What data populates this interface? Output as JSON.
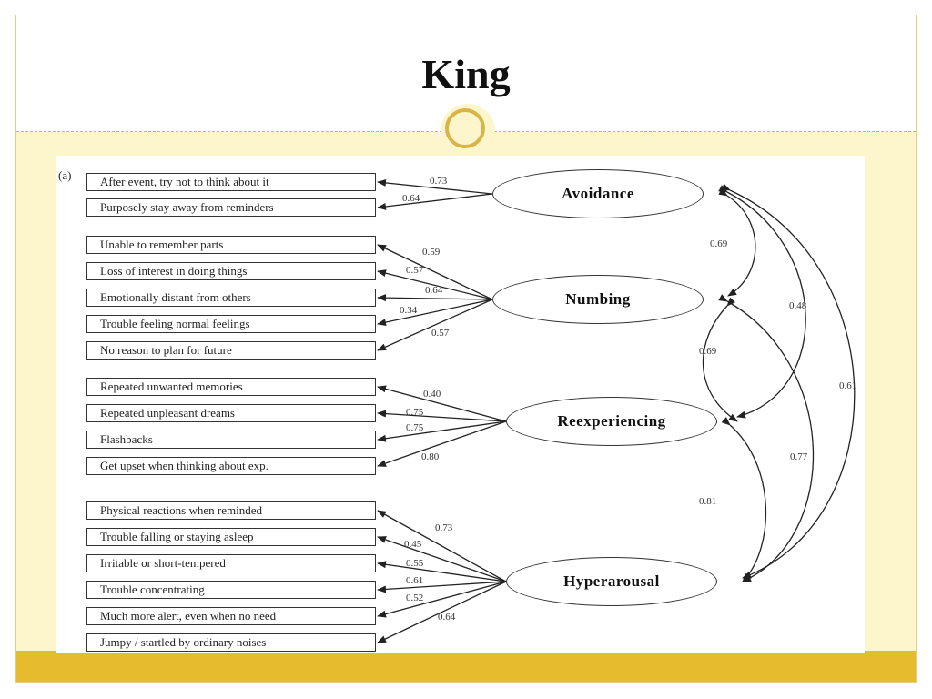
{
  "slide": {
    "title": "King",
    "colors": {
      "background": "#fdf6cc",
      "footer": "#e6bb2e",
      "ring": "#d8b547"
    }
  },
  "figure": {
    "label": "(a)",
    "factors": [
      {
        "name": "Avoidance",
        "indicators": [
          {
            "text": "After event, try not to think about it",
            "loading": "0.73"
          },
          {
            "text": "Purposely stay away from reminders",
            "loading": "0.64"
          }
        ]
      },
      {
        "name": "Numbing",
        "indicators": [
          {
            "text": "Unable to remember parts",
            "loading": "0.59"
          },
          {
            "text": "Loss of interest in doing things",
            "loading": "0.57"
          },
          {
            "text": "Emotionally distant from others",
            "loading": "0.64"
          },
          {
            "text": "Trouble feeling normal feelings",
            "loading": "0.34"
          },
          {
            "text": "No reason to plan for future",
            "loading": "0.57"
          }
        ]
      },
      {
        "name": "Reexperiencing",
        "indicators": [
          {
            "text": "Repeated unwanted memories",
            "loading": "0.40"
          },
          {
            "text": "Repeated unpleasant dreams",
            "loading": "0.75"
          },
          {
            "text": "Flashbacks",
            "loading": "0.75"
          },
          {
            "text": "Get upset when thinking about exp.",
            "loading": "0.80"
          }
        ]
      },
      {
        "name": "Hyperarousal",
        "indicators": [
          {
            "text": "Physical reactions when reminded",
            "loading": "0.73"
          },
          {
            "text": "Trouble falling or staying asleep",
            "loading": "0.45"
          },
          {
            "text": "Irritable or short-tempered",
            "loading": "0.55"
          },
          {
            "text": "Trouble concentrating",
            "loading": "0.61"
          },
          {
            "text": "Much more alert, even when no need",
            "loading": "0.52"
          },
          {
            "text": "Jumpy / startled by ordinary noises",
            "loading": "0.64"
          }
        ]
      }
    ],
    "correlations": [
      {
        "from": "Avoidance",
        "to": "Numbing",
        "value": "0.69"
      },
      {
        "from": "Avoidance",
        "to": "Reexperiencing",
        "value": "0.48"
      },
      {
        "from": "Avoidance",
        "to": "Hyperarousal",
        "value": "0.61"
      },
      {
        "from": "Numbing",
        "to": "Reexperiencing",
        "value": "0.69"
      },
      {
        "from": "Numbing",
        "to": "Hyperarousal",
        "value": "0.77"
      },
      {
        "from": "Reexperiencing",
        "to": "Hyperarousal",
        "value": "0.81"
      }
    ]
  }
}
